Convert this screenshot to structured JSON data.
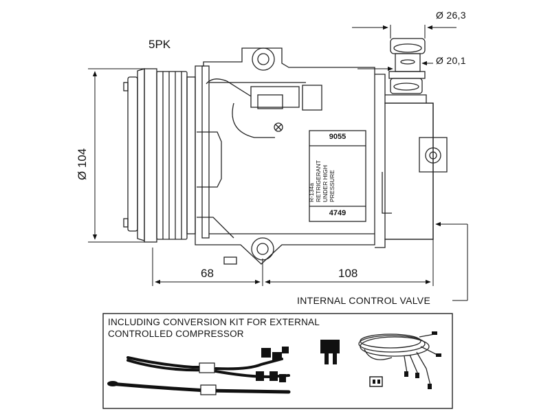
{
  "labels": {
    "belt": "5PK",
    "diam_pulley": "Ø 104",
    "diam_port_large": "Ø 26,3",
    "diam_port_small": "Ø 20,1",
    "dim_left": "68",
    "dim_right": "108",
    "control_valve": "INTERNAL CONTROL VALVE"
  },
  "sticker": {
    "top_code": "9055",
    "line1": "R-134a",
    "line2": "RETRIGERANT",
    "line3": "UNDER HIGH",
    "line4": "PRESSURE",
    "bottom_code": "4749"
  },
  "kit": {
    "line1": "INCLUDING CONVERSION KIT FOR EXTERNAL",
    "line2": "CONTROLLED COMPRESSOR"
  }
}
